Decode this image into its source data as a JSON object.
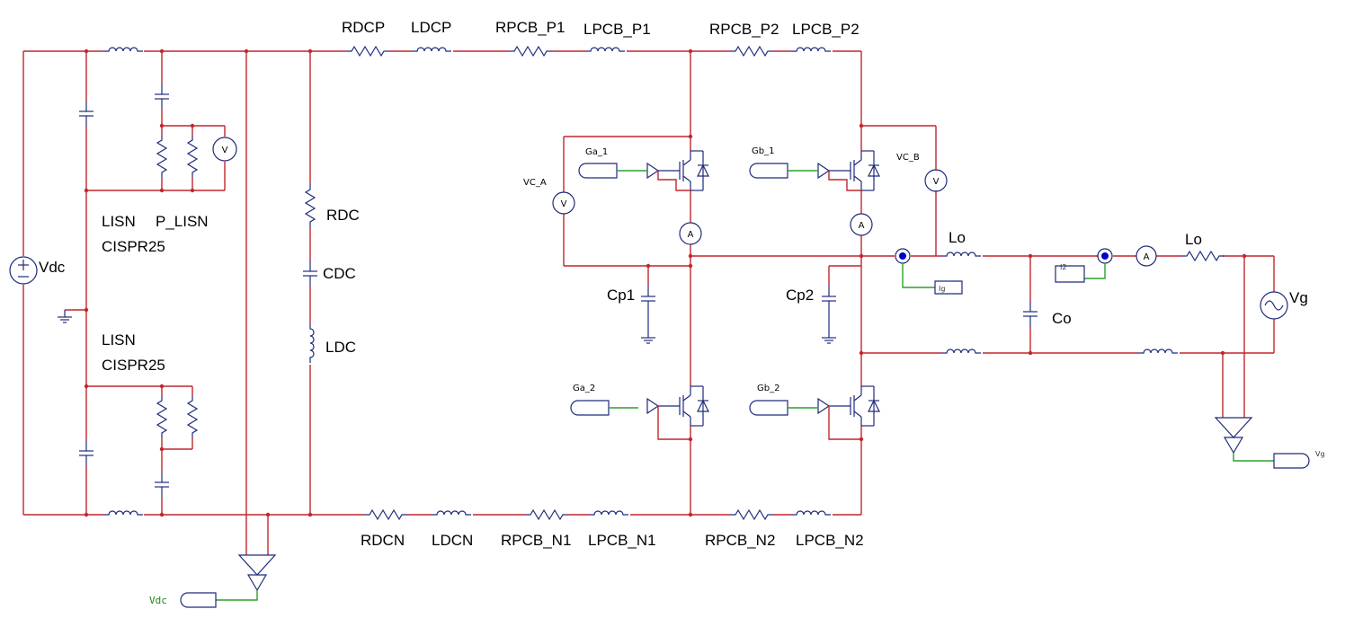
{
  "colors": {
    "wire": "#c0272d",
    "component": "#1f2a7a",
    "signal": "#2ca02c",
    "probe_node": "#0000cc"
  },
  "labels": {
    "rdcp": "RDCP",
    "ldcp": "LDCP",
    "rpcb_p1": "RPCB_P1",
    "lpcb_p1": "LPCB_P1",
    "rpcb_p2": "RPCB_P2",
    "lpcb_p2": "LPCB_P2",
    "rdcn": "RDCN",
    "ldcn": "LDCN",
    "rpcb_n1": "RPCB_N1",
    "lpcb_n1": "LPCB_N1",
    "rpcb_n2": "RPCB_N2",
    "lpcb_n2": "LPCB_N2",
    "rdc": "RDC",
    "cdc": "CDC",
    "ldc": "LDC",
    "vdc": "Vdc",
    "lisn_top": "LISN",
    "p_lisn": "P_LISN",
    "cispr_top": "CISPR25",
    "lisn_bot": "LISN",
    "cispr_bot": "CISPR25",
    "cp1": "Cp1",
    "cp2": "Cp2",
    "co": "Co",
    "lo1": "Lo",
    "lo2": "Lo",
    "vg": "Vg",
    "vc_a": "VC_A",
    "vc_b": "VC_B"
  },
  "gates": {
    "ga1": "Ga_1",
    "ga2": "Ga_2",
    "gb1": "Gb_1",
    "gb2": "Gb_2"
  },
  "probes": {
    "ig": "Ig",
    "i2": "I2",
    "vg_out": "Vg",
    "vdc_out": "Vdc"
  },
  "meter_glyphs": {
    "volt": "V",
    "amp": "A"
  }
}
